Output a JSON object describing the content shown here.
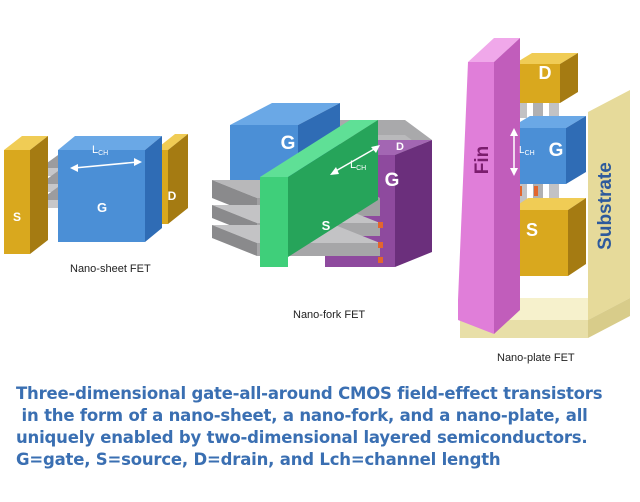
{
  "devices": {
    "sheet": {
      "caption": "Nano-sheet FET",
      "gate": "G",
      "source": "S",
      "drain": "D",
      "lch_main": "L",
      "lch_sub": "CH"
    },
    "fork": {
      "caption": "Nano-fork FET",
      "gate_front": "G",
      "gate_right": "G",
      "source": "S",
      "drain": "D",
      "lch_main": "L",
      "lch_sub": "CH"
    },
    "plate": {
      "caption": "Nano-plate FET",
      "fin": "Fin",
      "substrate": "Substrate",
      "gate": "G",
      "source": "S",
      "drain": "D",
      "lch_main": "L",
      "lch_sub": "CH"
    }
  },
  "caption_lines": [
    "Three-dimensional gate-all-around CMOS field-effect transistors",
    " in the form of a nano-sheet, a nano-fork, and a nano-plate, all",
    "uniquely enabled by two-dimensional layered semiconductors.",
    "G=gate, S=source, D=drain, and Lch=channel length"
  ],
  "colors": {
    "gold": "#d9a81e",
    "gate_blue": "#4b8fd6",
    "purple": "#8e4a9e",
    "green": "#3fcf7a",
    "pink": "#e07ed9",
    "sheet_gray": "#b4b4b6",
    "substrate_cream": "#efe6b0",
    "caption_blue": "#3a6fb2"
  }
}
